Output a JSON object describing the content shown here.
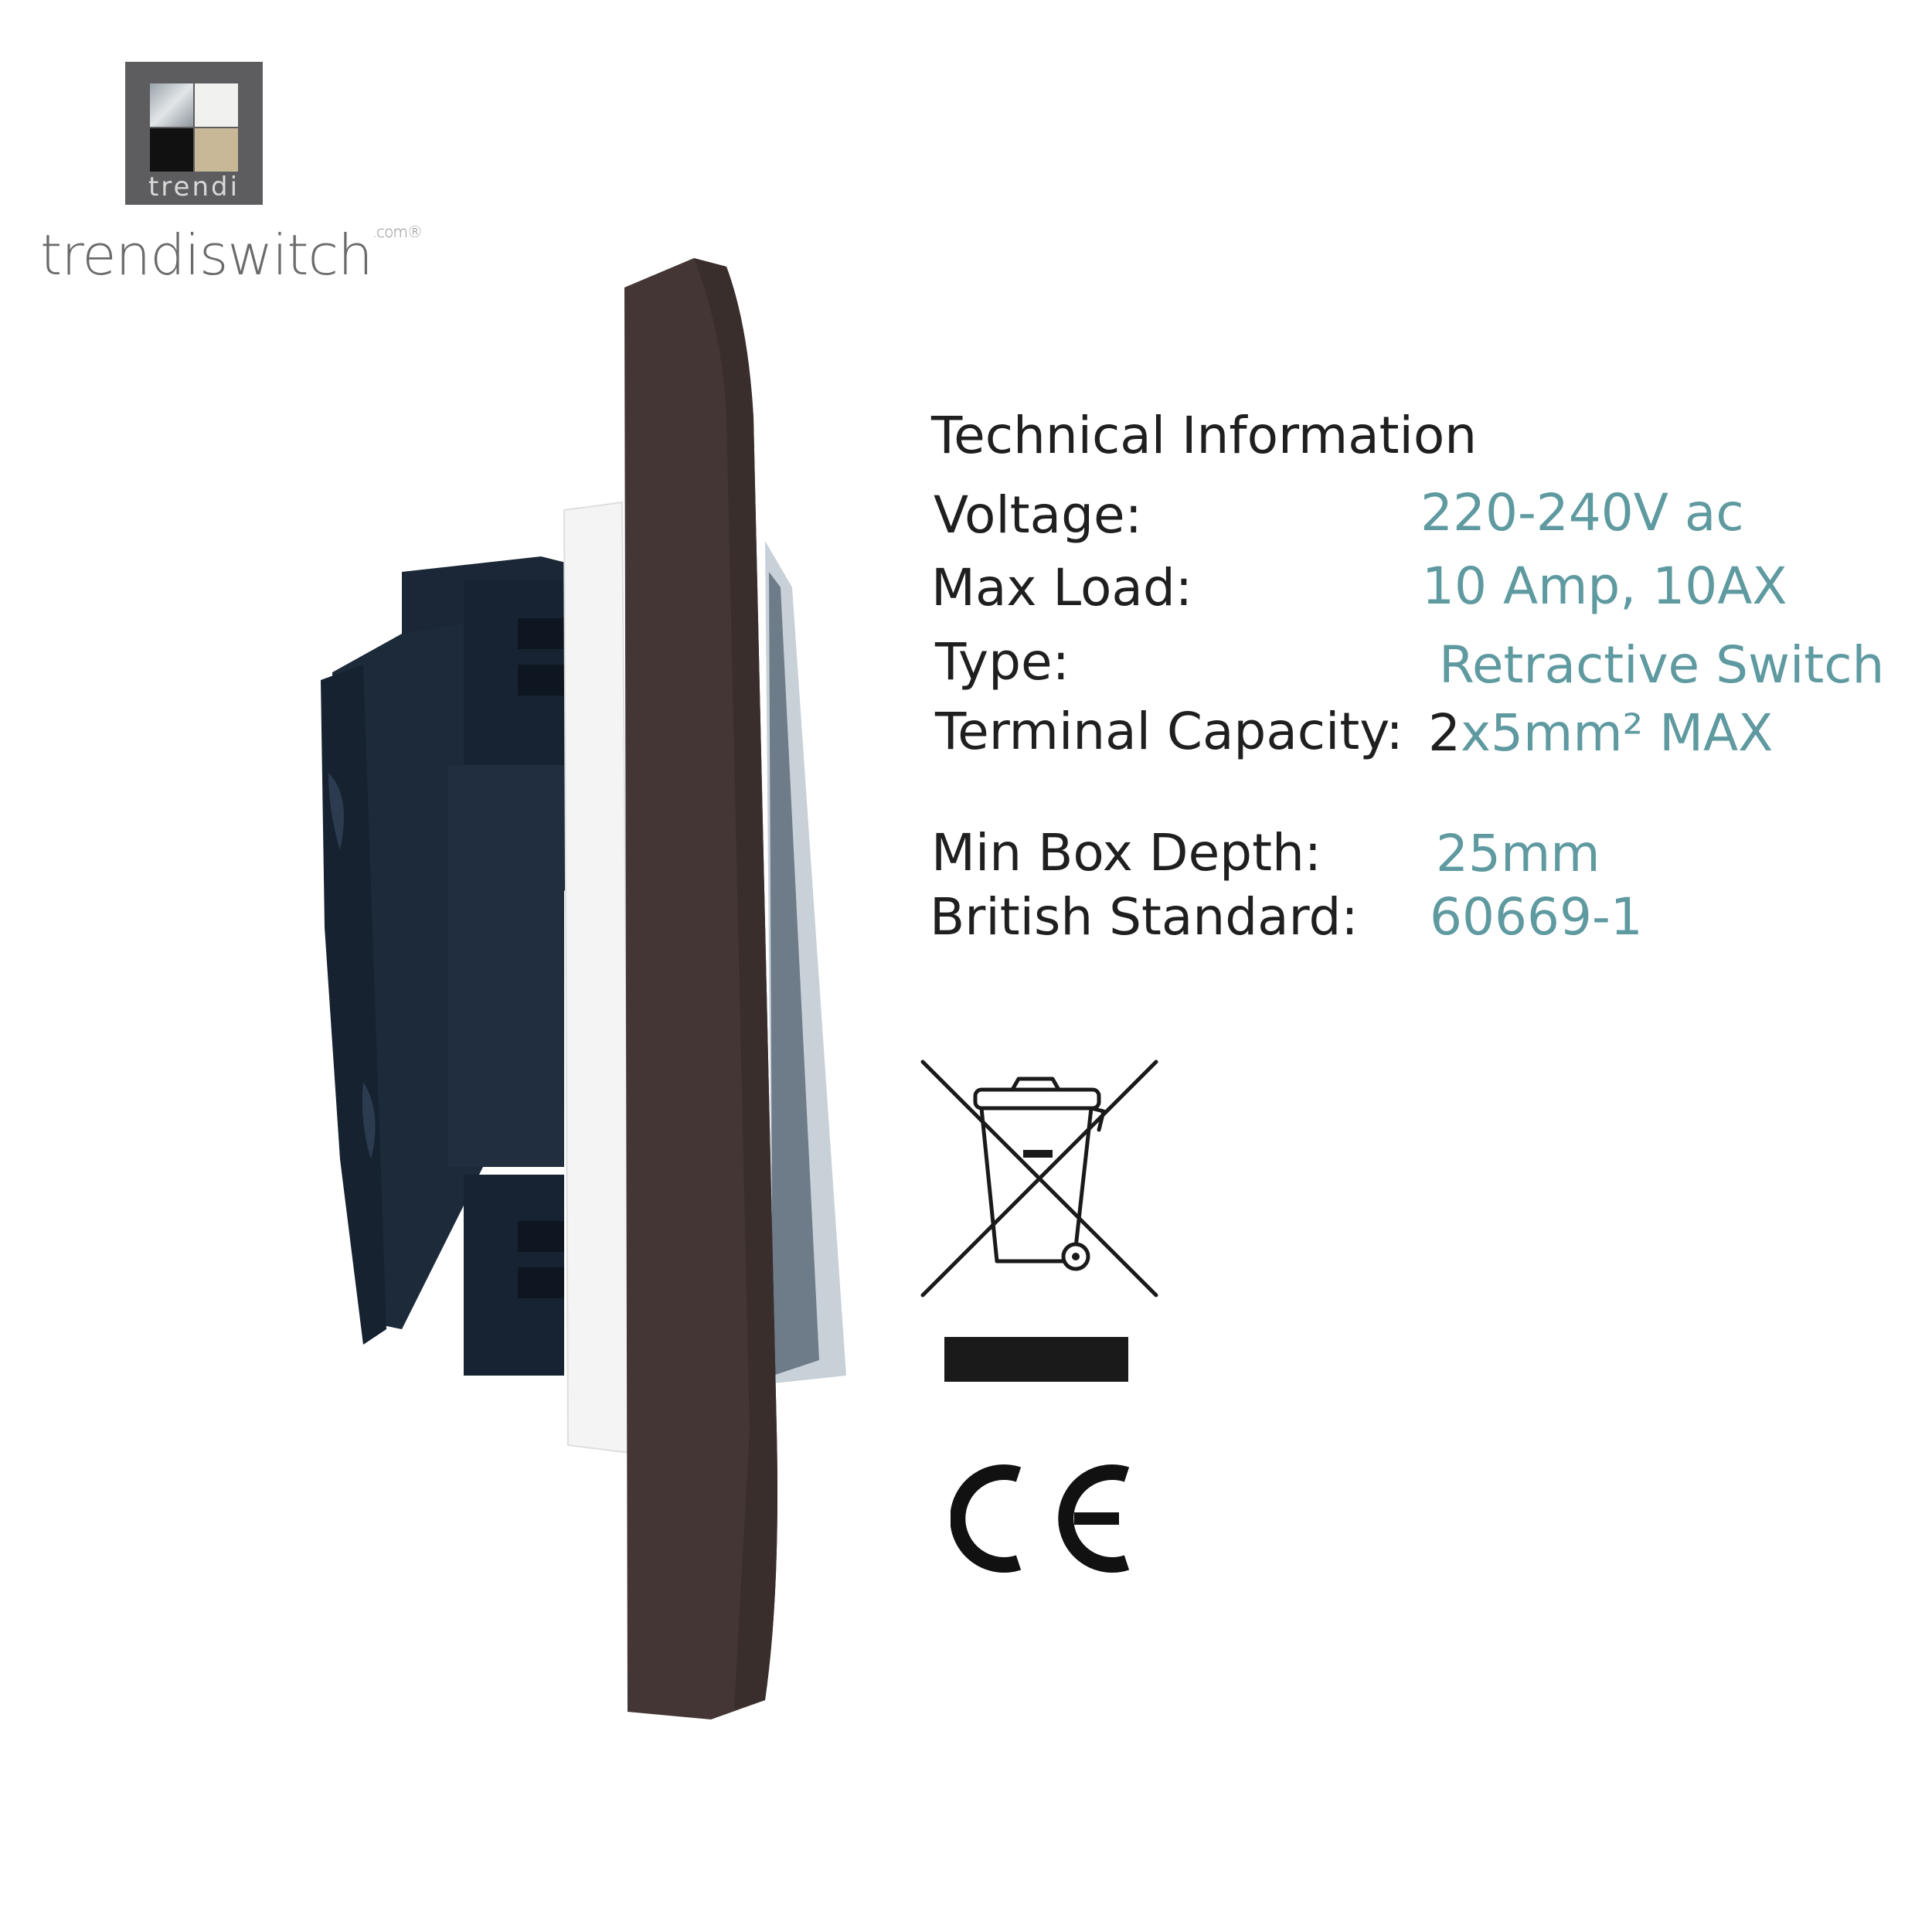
{
  "logo": {
    "badge_text": "trendi",
    "brand_text": "trendiswitch",
    "brand_suffix": ".com®"
  },
  "specs": {
    "title": "Technical Information",
    "rows": [
      {
        "label": "Voltage:",
        "value": "220-240V ac"
      },
      {
        "label": "Max Load:",
        "value": "10 Amp, 10AX"
      },
      {
        "label": "Type:",
        "value": "Retractive Switch"
      },
      {
        "label": "Terminal Capacity:",
        "value_lead": "2",
        "value": "x5mm² MAX"
      },
      {
        "label": "Min Box Depth:",
        "value": "25mm"
      },
      {
        "label": "British Standard:",
        "value": "60669-1"
      }
    ]
  },
  "icons": [
    "weee-crossed-bin-icon",
    "ce-mark-icon"
  ],
  "colors": {
    "faceplate": "#433635",
    "body": "#1c2838",
    "bezel": "#f5f5f5",
    "value_text": "#5e9aa0",
    "label_text": "#1f1f1f"
  }
}
